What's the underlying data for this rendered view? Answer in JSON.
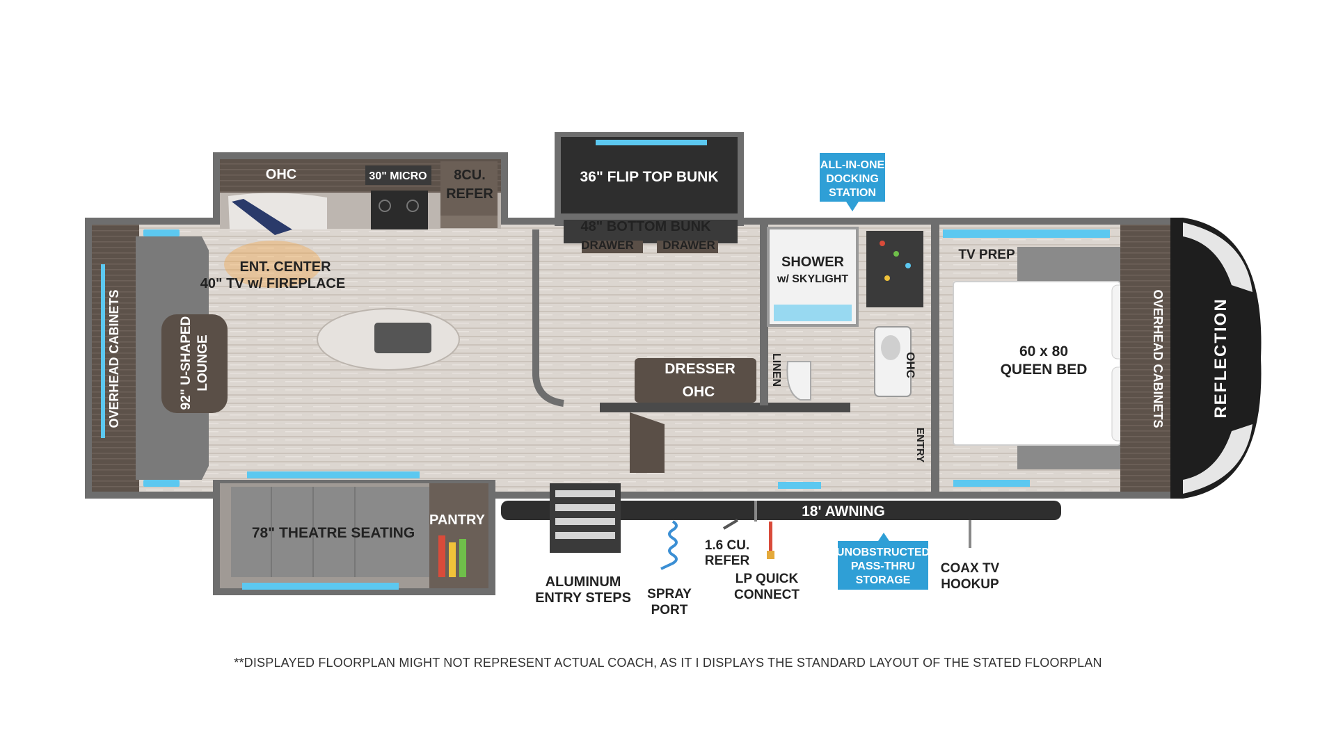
{
  "colors": {
    "wall": "#6b6b6b",
    "wall_dark": "#4a4a4a",
    "floor": "#d9d4cf",
    "floor_stripe": "#c9c2bb",
    "cabinet": "#5a4f47",
    "dark": "#2e2e2e",
    "accent_blue": "#5cc8f0",
    "callout_blue": "#2f9fd6",
    "fireplace": "#f5a13a",
    "bed": "#ffffff",
    "counter": "#e9e6e3"
  },
  "icons": [
    "fireplace-icon",
    "sink-icon",
    "stove-icon",
    "steps-icon",
    "hose-icon",
    "lp-icon",
    "toilet-icon",
    "lamp-icon"
  ],
  "labels": {
    "ohc_kitchen": "OHC",
    "micro": "30\" MICRO",
    "refer_8": "8CU.",
    "refer_8b": "REFER",
    "flip_bunk": "36\" FLIP TOP BUNK",
    "bottom_bunk": "48\" BOTTOM BUNK",
    "drawer_left": "DRAWER",
    "drawer_right": "DRAWER",
    "ent_center": "ENT. CENTER",
    "tv_fireplace": "40\" TV w/ FIREPLACE",
    "lounge_1": "92\" U-SHAPED",
    "lounge_2": "LOUNGE",
    "overhead_left": "OVERHEAD CABINETS",
    "overhead_right": "OVERHEAD CABINETS",
    "theatre": "78\" THEATRE SEATING",
    "pantry": "PANTRY",
    "dresser": "DRESSER",
    "ohc_dresser": "OHC",
    "shower_1": "SHOWER",
    "shower_2": "w/ SKYLIGHT",
    "linen": "LINEN",
    "ohc_bath": "OHC",
    "tv_prep": "TV PREP",
    "bed_1": "60 x 80",
    "bed_2": "QUEEN BED",
    "entry": "ENTRY",
    "brand": "REFLECTION",
    "docking_1": "ALL-IN-ONE",
    "docking_2": "DOCKING",
    "docking_3": "STATION",
    "awning": "18' AWNING",
    "steps_1": "ALUMINUM",
    "steps_2": "ENTRY STEPS",
    "spray_1": "SPRAY",
    "spray_2": "PORT",
    "refer_small_1": "1.6 CU.",
    "refer_small_2": "REFER",
    "lp_1": "LP QUICK",
    "lp_2": "CONNECT",
    "storage_1": "UNOBSTRUCTED",
    "storage_2": "PASS-THRU",
    "storage_3": "STORAGE",
    "coax_1": "COAX TV",
    "coax_2": "HOOKUP"
  },
  "disclaimer": "**DISPLAYED FLOORPLAN MIGHT NOT REPRESENT ACTUAL COACH, AS IT I DISPLAYS THE STANDARD LAYOUT OF THE STATED FLOORPLAN"
}
